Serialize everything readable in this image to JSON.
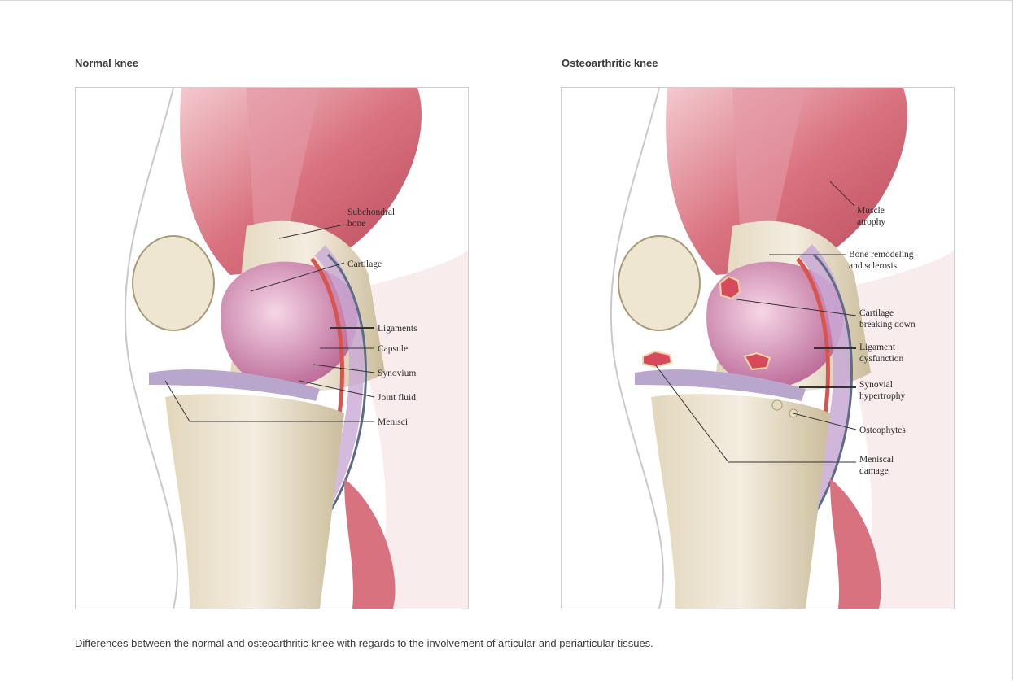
{
  "panels": [
    {
      "title": "Normal knee",
      "labels": [
        "Subchondral bone",
        "Cartilage",
        "Ligaments",
        "Capsule",
        "Synovium",
        "Joint fluid",
        "Menisci"
      ]
    },
    {
      "title": "Osteoarthritic knee",
      "labels": [
        "Muscle atrophy",
        "Bone remodeling and sclerosis",
        "Cartilage breaking down",
        "Ligament dysfunction",
        "Synovial hypertrophy",
        "Osteophytes",
        "Meniscal damage"
      ]
    }
  ],
  "caption": "Differences between the normal and osteoarthritic knee with regards to the involvement of articular and periarticular tissues."
}
